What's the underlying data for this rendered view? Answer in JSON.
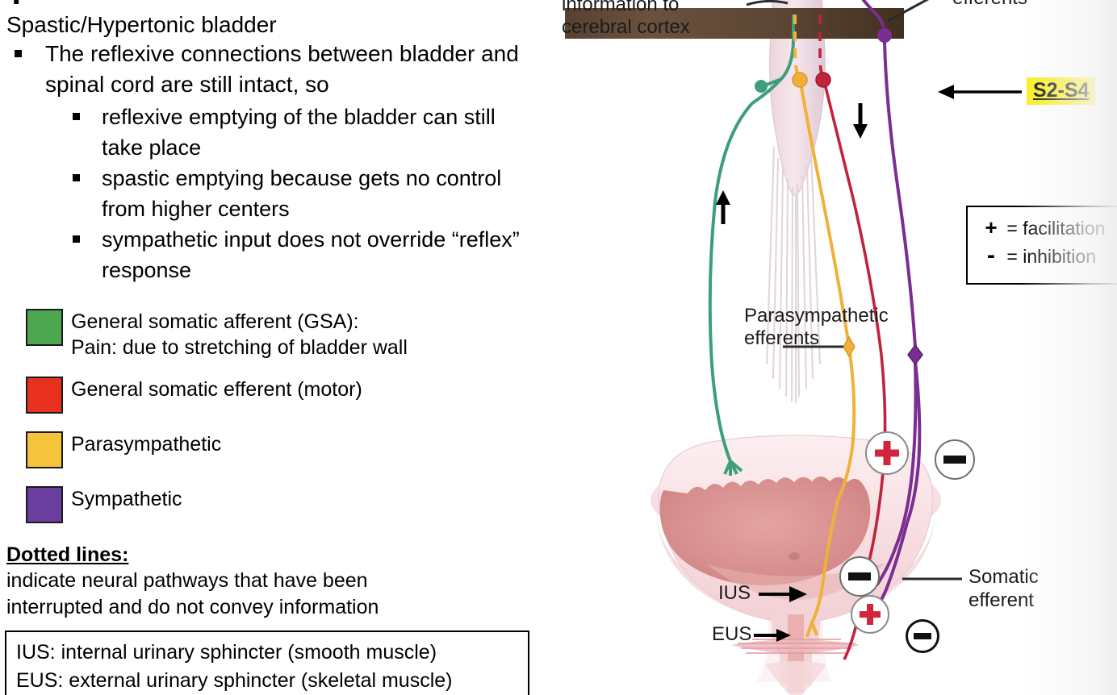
{
  "slide": {
    "title_partial": "T",
    "headline": "Spastic/Hypertonic bladder",
    "bullets": [
      {
        "level": 1,
        "text": "The reflexive connections between bladder and spinal cord are still intact, so"
      },
      {
        "level": 2,
        "text": "reflexive emptying of the bladder can still take place"
      },
      {
        "level": 2,
        "text": "spastic emptying because gets no control from higher centers"
      },
      {
        "level": 2,
        "text": "sympathetic input does not override “reflex” response"
      }
    ]
  },
  "legend": {
    "items": [
      {
        "color": "#4CA750",
        "label_line1": "General somatic afferent (GSA):",
        "label_line2": "Pain: due to stretching of bladder wall"
      },
      {
        "color": "#E8301E",
        "label_line1": "General somatic efferent (motor)",
        "label_line2": ""
      },
      {
        "color": "#F5C33C",
        "label_line1": "Parasympathetic",
        "label_line2": ""
      },
      {
        "color": "#6B3FA0",
        "label_line1": "Sympathetic",
        "label_line2": ""
      }
    ]
  },
  "dotted_note": {
    "heading": "Dotted lines:",
    "line1": "indicate neural pathways that have been",
    "line2": "interrupted and do not convey information"
  },
  "abbreviations": {
    "ius": "IUS: internal urinary sphincter (smooth muscle)",
    "eus": "EUS: external urinary sphincter (skeletal muscle)"
  },
  "diagram": {
    "labels": {
      "information_to": "information to",
      "cerebral_cortex": "cerebral cortex",
      "efferents_top": "efferents",
      "parasympathetic_efferents_l1": "Parasympathetic",
      "parasympathetic_efferents_l2": "efferents",
      "somatic_efferent_l1": "Somatic",
      "somatic_efferent_l2": "efferent",
      "ius": "IUS",
      "eus": "EUS",
      "spinal_level": "S2-S4"
    },
    "key_box": {
      "plus_symbol": "+",
      "plus_text": "= facilitation",
      "minus_symbol": "-",
      "minus_text": "= inhibition"
    },
    "colors": {
      "afferent_green": "#3E9E7C",
      "motor_red": "#C0233B",
      "parasympathetic_yellow": "#EFB13A",
      "sympathetic_purple": "#7B2E91",
      "lesion_bar": "#5A4433",
      "bladder_wall": "#F6D9DA",
      "bladder_lumen": "#D98B8B",
      "highlight": "#FAEE16"
    },
    "badges": [
      {
        "type": "plus",
        "target": "detrusor-parasympathetic"
      },
      {
        "type": "minus",
        "target": "detrusor-sympathetic"
      },
      {
        "type": "minus",
        "target": "ius-sympathetic-relax"
      },
      {
        "type": "plus",
        "target": "ius-contraction"
      },
      {
        "type": "minus",
        "target": "eus-somatic"
      }
    ]
  }
}
